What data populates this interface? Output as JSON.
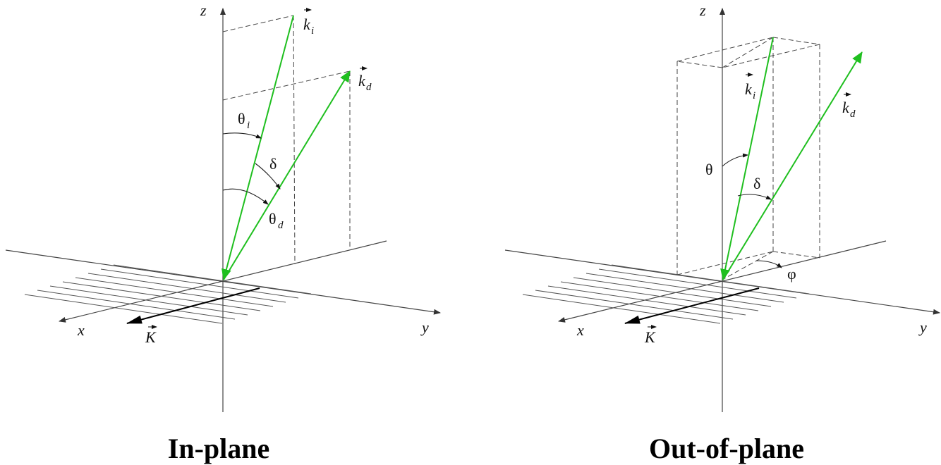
{
  "panels": [
    {
      "caption": "In-plane",
      "axes": {
        "x": "x",
        "y": "y",
        "z": "z"
      },
      "vectors": {
        "incident": "k",
        "incident_sub": "i",
        "diffracted": "k",
        "diffracted_sub": "d",
        "grating": "K"
      },
      "angles": {
        "theta_i": "θ",
        "theta_i_sub": "i",
        "delta": "δ",
        "theta_d": "θ",
        "theta_d_sub": "d"
      }
    },
    {
      "caption": "Out-of-plane",
      "axes": {
        "x": "x",
        "y": "y",
        "z": "z"
      },
      "vectors": {
        "incident": "k",
        "incident_sub": "i",
        "diffracted": "k",
        "diffracted_sub": "d",
        "grating": "K"
      },
      "angles": {
        "theta": "θ",
        "delta": "δ",
        "phi": "φ"
      }
    }
  ],
  "colors": {
    "wave_vector": "#1fbf1f",
    "axis": "#444444",
    "grating_vector": "#000000"
  }
}
